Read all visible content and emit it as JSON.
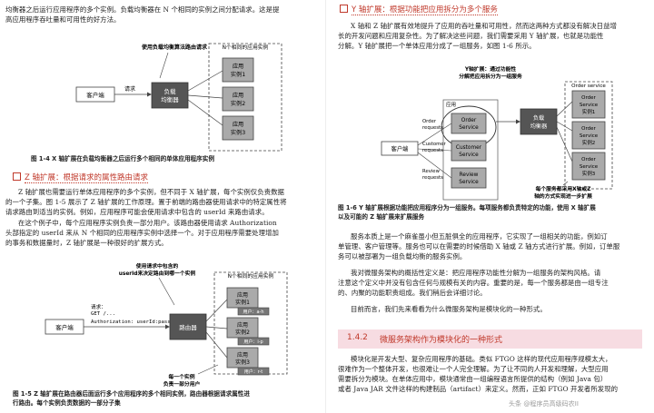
{
  "left": {
    "p_top": [
      "均衡器之后运行应用程序的多个实例。负载均衡器在 N 个相同的实例之间分配请求。这是提",
      "高应用程序吞吐量和可用性的好方法。"
    ],
    "fig14": {
      "note": "使用负载均衡算法路由请求",
      "group": "N个相同的应用实例",
      "client": "客户端",
      "request": "请求",
      "lb": [
        "负载",
        "均衡器"
      ],
      "inst": [
        [
          "应用",
          "实例1"
        ],
        [
          "应用",
          "实例2"
        ],
        [
          "应用",
          "实例3"
        ]
      ],
      "caption": "图 1-4   X 轴扩展在负载均衡器之后运行多个相同的单体应用程序实例"
    },
    "z_heading": "Z 轴扩展：根据请求的属性路由请求",
    "p_mid": [
      "Z 轴扩展也需要运行单体应用程序的多个实例，但不同于 X 轴扩展，每个实例仅负责数据",
      "的一个子集。图 1-5 展示了 Z 轴扩展的工作原理。置于前端的路由器使用请求中的特定属性将",
      "请求路由到适当的实例。例如，应用程序可能会使用请求中包含的 userId 来路由请求。",
      "在这个例子中，每个应用程序实例负责一部分用户。该路由器使用请求 Authorization",
      "头部指定的 userId 来从 N 个相同的应用程序实例中选择一个。对于应用程序需要处理增加",
      "的事务和数据量时，Z 轴扩展是一种很好的扩展方式。"
    ],
    "fig15": {
      "note": [
        "使用请求中包含的",
        "userId来决定路由到哪一个实例"
      ],
      "group": "N个相同的应用实例",
      "client": "客户端",
      "req": [
        "请求：",
        "GET /...",
        "Authorization: userId:password"
      ],
      "router": "路由器",
      "inst": [
        [
          "应用",
          "实例1"
        ],
        [
          "应用",
          "实例2"
        ],
        [
          "应用",
          "实例3"
        ]
      ],
      "users": [
        "用户：a-h",
        "用户：i-p",
        "用户：r-t"
      ],
      "bottom": [
        "每一个实例",
        "负责一部分用户"
      ],
      "caption": [
        "图 1-5   Z 轴扩展在路由器后面运行多个应用程序的多个相同实例，路由器根据请求属性进",
        "          行路由。每个实例负责数据的一部分子集"
      ]
    }
  },
  "right": {
    "y_heading": "Y 轴扩展：根据功能把应用拆分为多个服务",
    "p_top": [
      "X 轴和 Z 轴扩展有效地提升了应用的吞吐量和可用性，然而这两种方式都没有解决日益增",
      "长的开发问题和应用复杂性。为了解决这些问题，我们需要采用 Y 轴扩展，也就是功能性",
      "分解。Y 轴扩展把一个单体应用分成了一组服务，如图 1-6 所示。"
    ],
    "fig16": {
      "note": [
        "Y轴扩展：通过功能性",
        "分解把应用拆分为一组服务"
      ],
      "app": "应用",
      "client": "客户端",
      "req_labels": [
        "Order",
        "requests",
        "Customer",
        "requests",
        "Review",
        "requests"
      ],
      "svc": [
        [
          "Order",
          "Service"
        ],
        [
          "Customer",
          "Service"
        ],
        [
          "Review",
          "Service"
        ]
      ],
      "lb": [
        "负载",
        "均衡器"
      ],
      "os_label": "Order service",
      "os_inst": [
        [
          "Order",
          "Service",
          "实例1"
        ],
        [
          "Order",
          "Service",
          "实例2"
        ],
        [
          "Order",
          "Service",
          "实例3"
        ]
      ],
      "bottom": [
        "每个服务都采用X轴或Z",
        "轴的方式实现进一步扩展"
      ],
      "caption": [
        "图 1-6   Y 轴扩展根据功能把应用程序分为一组服务。每项服务都负责特定的功能，使用 X 轴扩展",
        "          以及可能的 Z 轴扩展来扩展服务"
      ]
    },
    "p_mid": [
      "服务本质上是一个麻雀虽小但五脏俱全的应用程序，它实现了一组相关的功能，例如订",
      "单管理、客户管理等。服务也可以在需要的时候借助 X 轴或 Z 轴方式进行扩展。例如，订单服",
      "务可以被部署为一组负载均衡的服务实例。",
      "我对微服务架构的概括性定义是：把应用程序功能性分解为一组服务的架构风格。请",
      "注意这个定义中并没有包含任何与规模有关的内容。重要的是，每一个服务都是由一组专注",
      "的、内聚的功能职责组成。我们稍后会详细讨论。",
      "目前而言，我们先来看看为什么微服务架构是模块化的一种形式。"
    ],
    "sec_num": "1.4.2",
    "sec_title": "微服务架构作为模块化的一种形式",
    "p_bot": [
      "模块化是开发大型、复杂应用程序的基础。类似 FTGO 这样的现代应用程序规模太大，",
      "很难作为一个整体开发，也很难让一个人完全理解。为了让不同的人开发和理解，大型应用",
      "需要拆分为模块。在单体应用中，模块通常由一组编程语言所提供的结构（例如 Java 包）",
      "或者 Java JAR 文件这样的构建制品（artifact）来定义。然而，正如 FTGO 开发者所发现的"
    ]
  },
  "watermark": "头条 @程序员高级码农II"
}
